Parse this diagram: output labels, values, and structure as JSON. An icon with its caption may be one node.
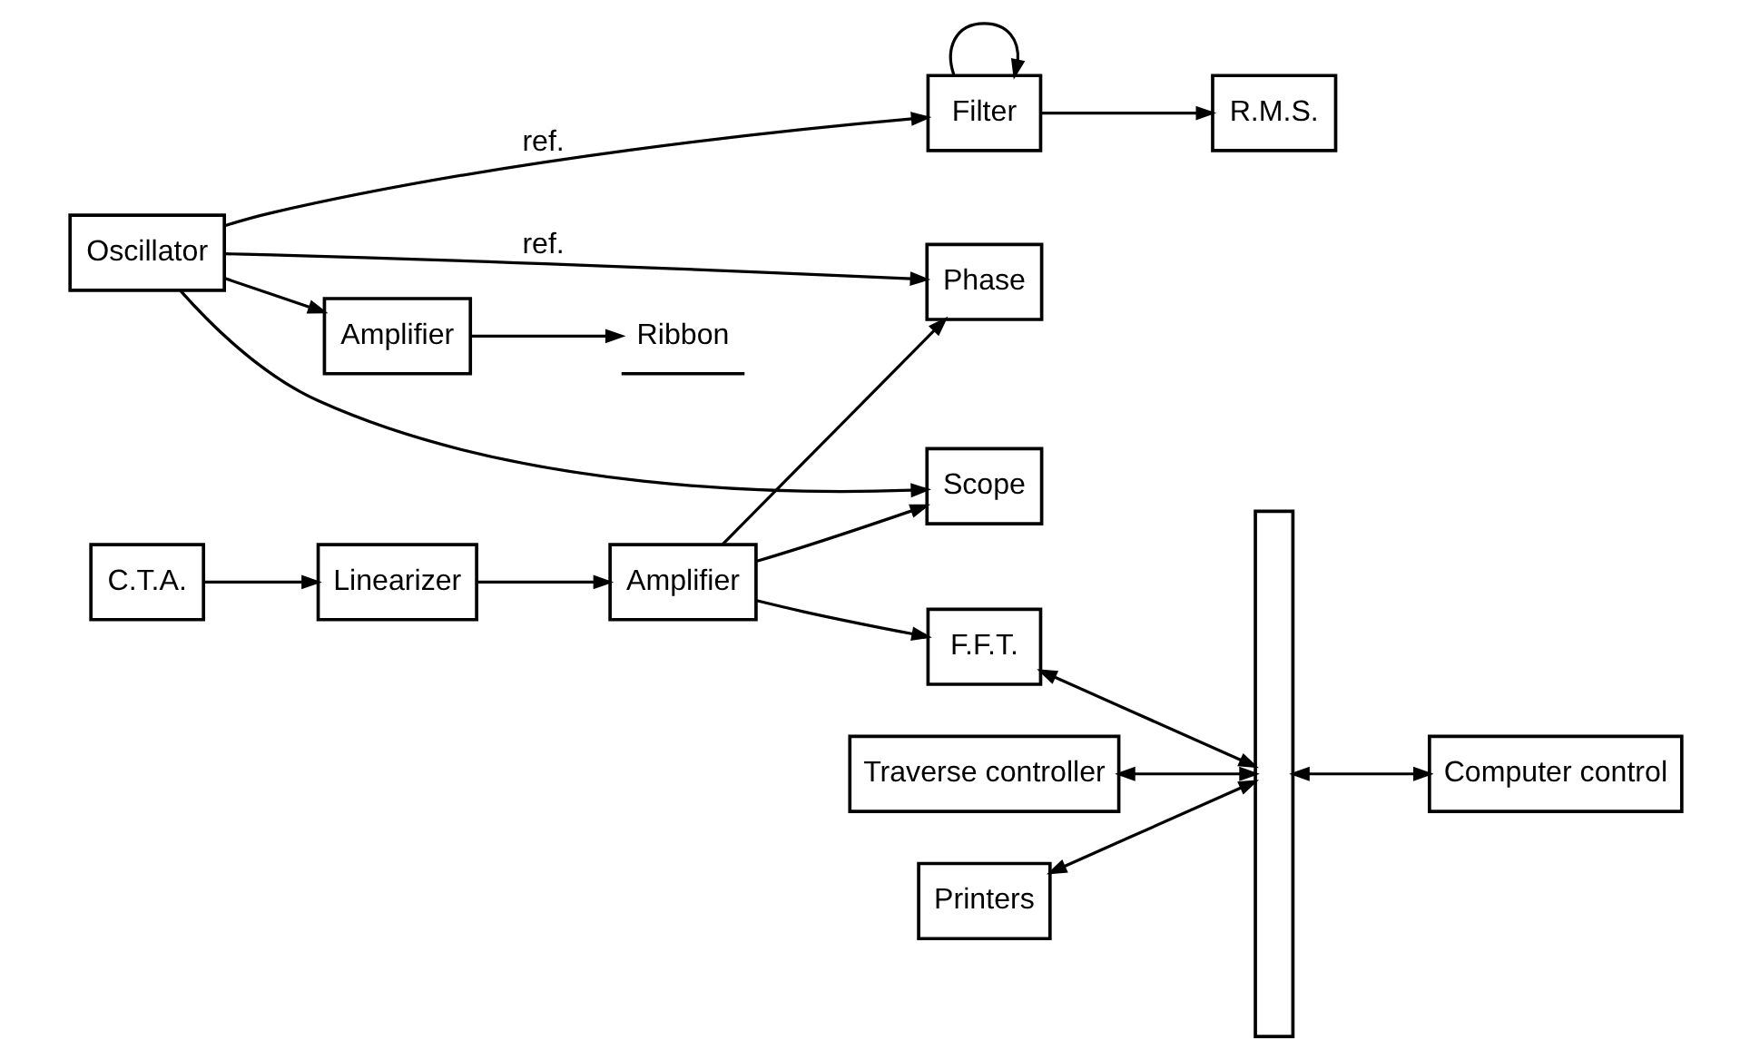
{
  "diagram": {
    "nodes": [
      {
        "text": [
          "Ribbon"
        ]
      },
      {
        "text": [
          "Amplifier"
        ]
      },
      {
        "text": [
          "Oscillator"
        ]
      },
      {
        "text": [
          "C.T.A."
        ]
      },
      {
        "text": [
          "Linearizer"
        ]
      },
      {
        "text": [
          "Amplifier"
        ]
      },
      {
        "text": [
          "R.M.S."
        ]
      },
      {
        "text": [
          "Scope"
        ]
      },
      {
        "text": [
          "F.F.T."
        ]
      },
      {
        "text": [
          "Phase"
        ]
      },
      {
        "text": [
          "Filter"
        ]
      },
      {
        "text": [
          "Printers"
        ]
      },
      {
        "text": [
          "Traverse controller"
        ]
      },
      {
        "text": [],
        "shape": "bar"
      },
      {
        "text": [
          "Computer control"
        ]
      }
    ],
    "edges": [
      {
        "from": 1,
        "to": 0,
        "arrow": "to"
      },
      {
        "from": 2,
        "to": 1,
        "arrow": "to"
      },
      {
        "from": 3,
        "to": 4,
        "arrow": "to"
      },
      {
        "from": 4,
        "to": 5,
        "arrow": "to"
      },
      {
        "from": 5,
        "to": 9,
        "arrow": "to"
      },
      {
        "from": 2,
        "to": 7,
        "arrow": "to"
      },
      {
        "from": 5,
        "to": 7,
        "arrow": "to"
      },
      {
        "from": 5,
        "to": 8,
        "arrow": "to"
      },
      {
        "from": 2,
        "to": 9,
        "label": "ref.",
        "arrow": "to"
      },
      {
        "from": 2,
        "to": 10,
        "label": "ref.",
        "arrow": "to"
      },
      {
        "from": 10,
        "to": 6,
        "arrow": "to"
      },
      {
        "from": 10,
        "to": 10,
        "arrow": "to"
      },
      {
        "from": 8,
        "to": 13,
        "arrow": "both"
      },
      {
        "from": 11,
        "to": 13,
        "arrow": "both"
      },
      {
        "from": 12,
        "to": 13,
        "arrow": "both"
      },
      {
        "from": 13,
        "to": 14,
        "arrow": "both"
      }
    ]
  }
}
